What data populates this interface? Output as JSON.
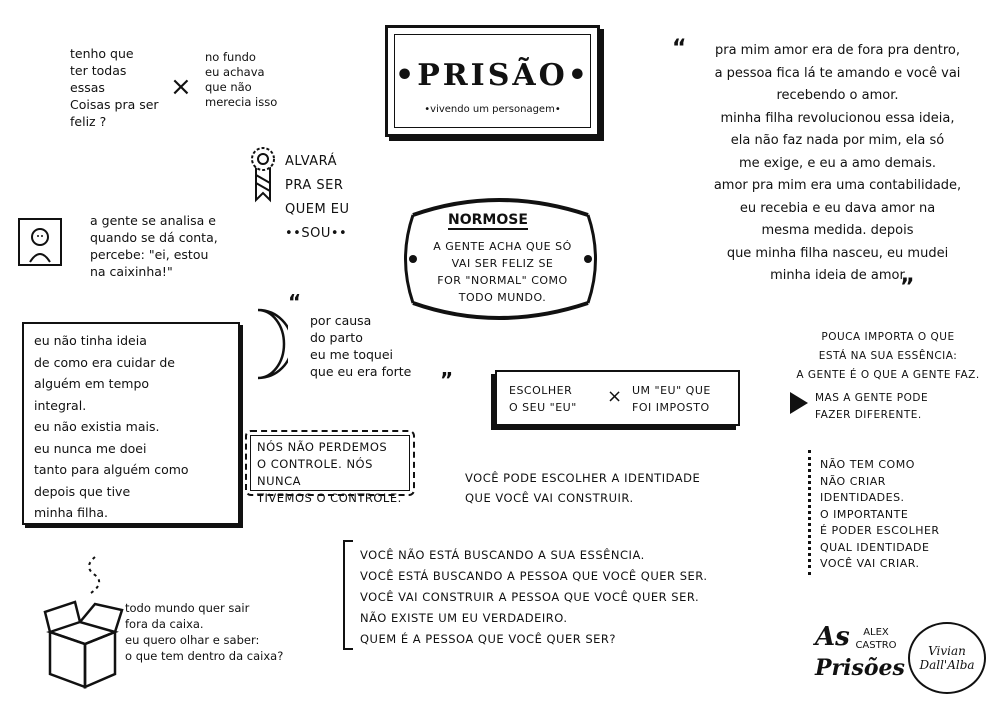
{
  "title": {
    "heading": "•PRISÃO•",
    "subtitle": "•vivendo um personagem•"
  },
  "top_left": {
    "left": "tenho que\nter todas\nessas\nCoisas pra ser\nfeliz ?",
    "versus": "×",
    "right": "no fundo\neu achava\nque não\nmerecia isso"
  },
  "alvara": "ALVARÁ\nPRA SER\nQUEM EU\n••SOU••",
  "caixinha": "a gente se analisa e\nquando se dá conta,\npercebe: \"ei, estou\nna caixinha!\"",
  "normose": {
    "heading": "NORMOSE",
    "body": "A GENTE ACHA QUE SÓ\nVAI SER FELIZ SE\nFOR \"NORMAL\" COMO\nTODO MUNDO."
  },
  "amor_quote": {
    "open": "“",
    "lines": [
      "pra mim amor era de fora pra dentro,",
      "a pessoa fica lá te amando e você vai",
      "recebendo o amor.",
      "minha filha revolucionou essa ideia,",
      "ela não faz nada por mim, ela só",
      "me exige, e eu a amo demais.",
      "amor pra mim era uma contabilidade,",
      "eu recebia e eu dava amor na",
      "mesma medida. depois",
      "que minha filha nasceu, eu mudei",
      "minha ideia de amor"
    ],
    "close": "”"
  },
  "cuidar": "eu não tinha ideia\nde como era cuidar de\nalguém em tempo\nintegral.\neu não existia mais.\neu nunca me doei\ntanto para alguém como\ndepois que tive\nminha filha.",
  "parto": {
    "open": "“",
    "text": "por causa\ndo parto\neu me toquei\nque eu era forte",
    "close": "”"
  },
  "escolher": {
    "left": "ESCOLHER\nO SEU \"EU\"",
    "versus": "×",
    "right": "UM \"EU\" QUE\nFOI IMPOSTO"
  },
  "essencia": "POUCA IMPORTA O QUE\nESTÁ NA SUA ESSÊNCIA:\nA GENTE É O QUE A GENTE FAZ.",
  "diferente": "MAS A GENTE PODE\nFAZER DIFERENTE.",
  "controle": "NÓS NÃO PERDEMOS\nO CONTROLE. NÓS NUNCA\nTIVEMOS O CONTROLE.",
  "identidade": "VOCÊ PODE ESCOLHER A IDENTIDADE\nQUE VOCÊ VAI CONSTRUIR.",
  "nao_tem_como": "NÃO TEM COMO\nNÃO CRIAR\nIDENTIDADES.\nO IMPORTANTE\nÉ PODER ESCOLHER\nQUAL IDENTIDADE\nVOCÊ VAI CRIAR.",
  "bracket_text": "VOCÊ NÃO ESTÁ BUSCANDO A SUA ESSÊNCIA.\nVOCÊ ESTÁ BUSCANDO A PESSOA QUE VOCÊ QUER SER.\nVOCÊ VAI CONSTRUIR A PESSOA QUE VOCÊ QUER SER.\nNÃO EXISTE UM EU VERDADEIRO.\nQUEM É A PESSOA QUE VOCÊ QUER SER?",
  "caixa": "todo mundo quer sair\nfora da caixa.\neu quero olhar e saber:\no que tem dentro da caixa?",
  "logos": {
    "series_a": "As",
    "author": "ALEX CASTRO",
    "series_b": "Prisões",
    "artist": "Vivian Dall'Alba"
  }
}
